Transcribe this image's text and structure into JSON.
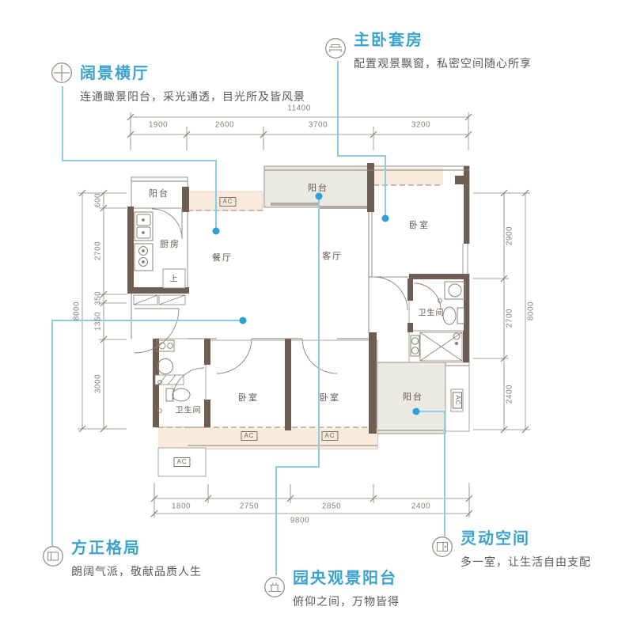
{
  "features": {
    "wide_hall": {
      "title": "阔景横厅",
      "desc": "连通瞰景阳台，采光通透，目光所及皆风景"
    },
    "master_suite": {
      "title": "主卧套房",
      "desc": "配置观景飘窗，私密空间随心所享"
    },
    "square_layout": {
      "title": "方正格局",
      "desc": "朗阔气派，敬献品质人生"
    },
    "garden_balcony": {
      "title": "园央观景阳台",
      "desc": "俯仰之间，万物皆得"
    },
    "flex_space": {
      "title": "灵动空间",
      "desc": "多一室，让生活自由支配"
    }
  },
  "rooms": {
    "balcony": "阳台",
    "kitchen": "厨房",
    "dining": "餐厅",
    "living": "客厅",
    "bedroom": "卧室",
    "bathroom": "卫生间",
    "ac": "AC",
    "up": "上"
  },
  "dimensions": {
    "top": {
      "total": "11400",
      "segments": [
        "1900",
        "2600",
        "3700",
        "3200"
      ]
    },
    "bottom": {
      "total": "9800",
      "segments": [
        "1800",
        "2750",
        "2850",
        "2400"
      ]
    },
    "left": {
      "total": "8000",
      "segments": [
        "600",
        "2700",
        "350",
        "1350",
        "3000"
      ]
    },
    "right": {
      "total": "8000",
      "segments": [
        "2900",
        "2700",
        "2400"
      ]
    }
  },
  "colors": {
    "accent_blue": "#2ba1d4",
    "leader_blue": "#8fcbe5",
    "wall_brown": "#6e5d52",
    "bay_fill": "#faeadb",
    "balcony_fill": "#eae9e4",
    "dim_gray": "#8a8178"
  }
}
